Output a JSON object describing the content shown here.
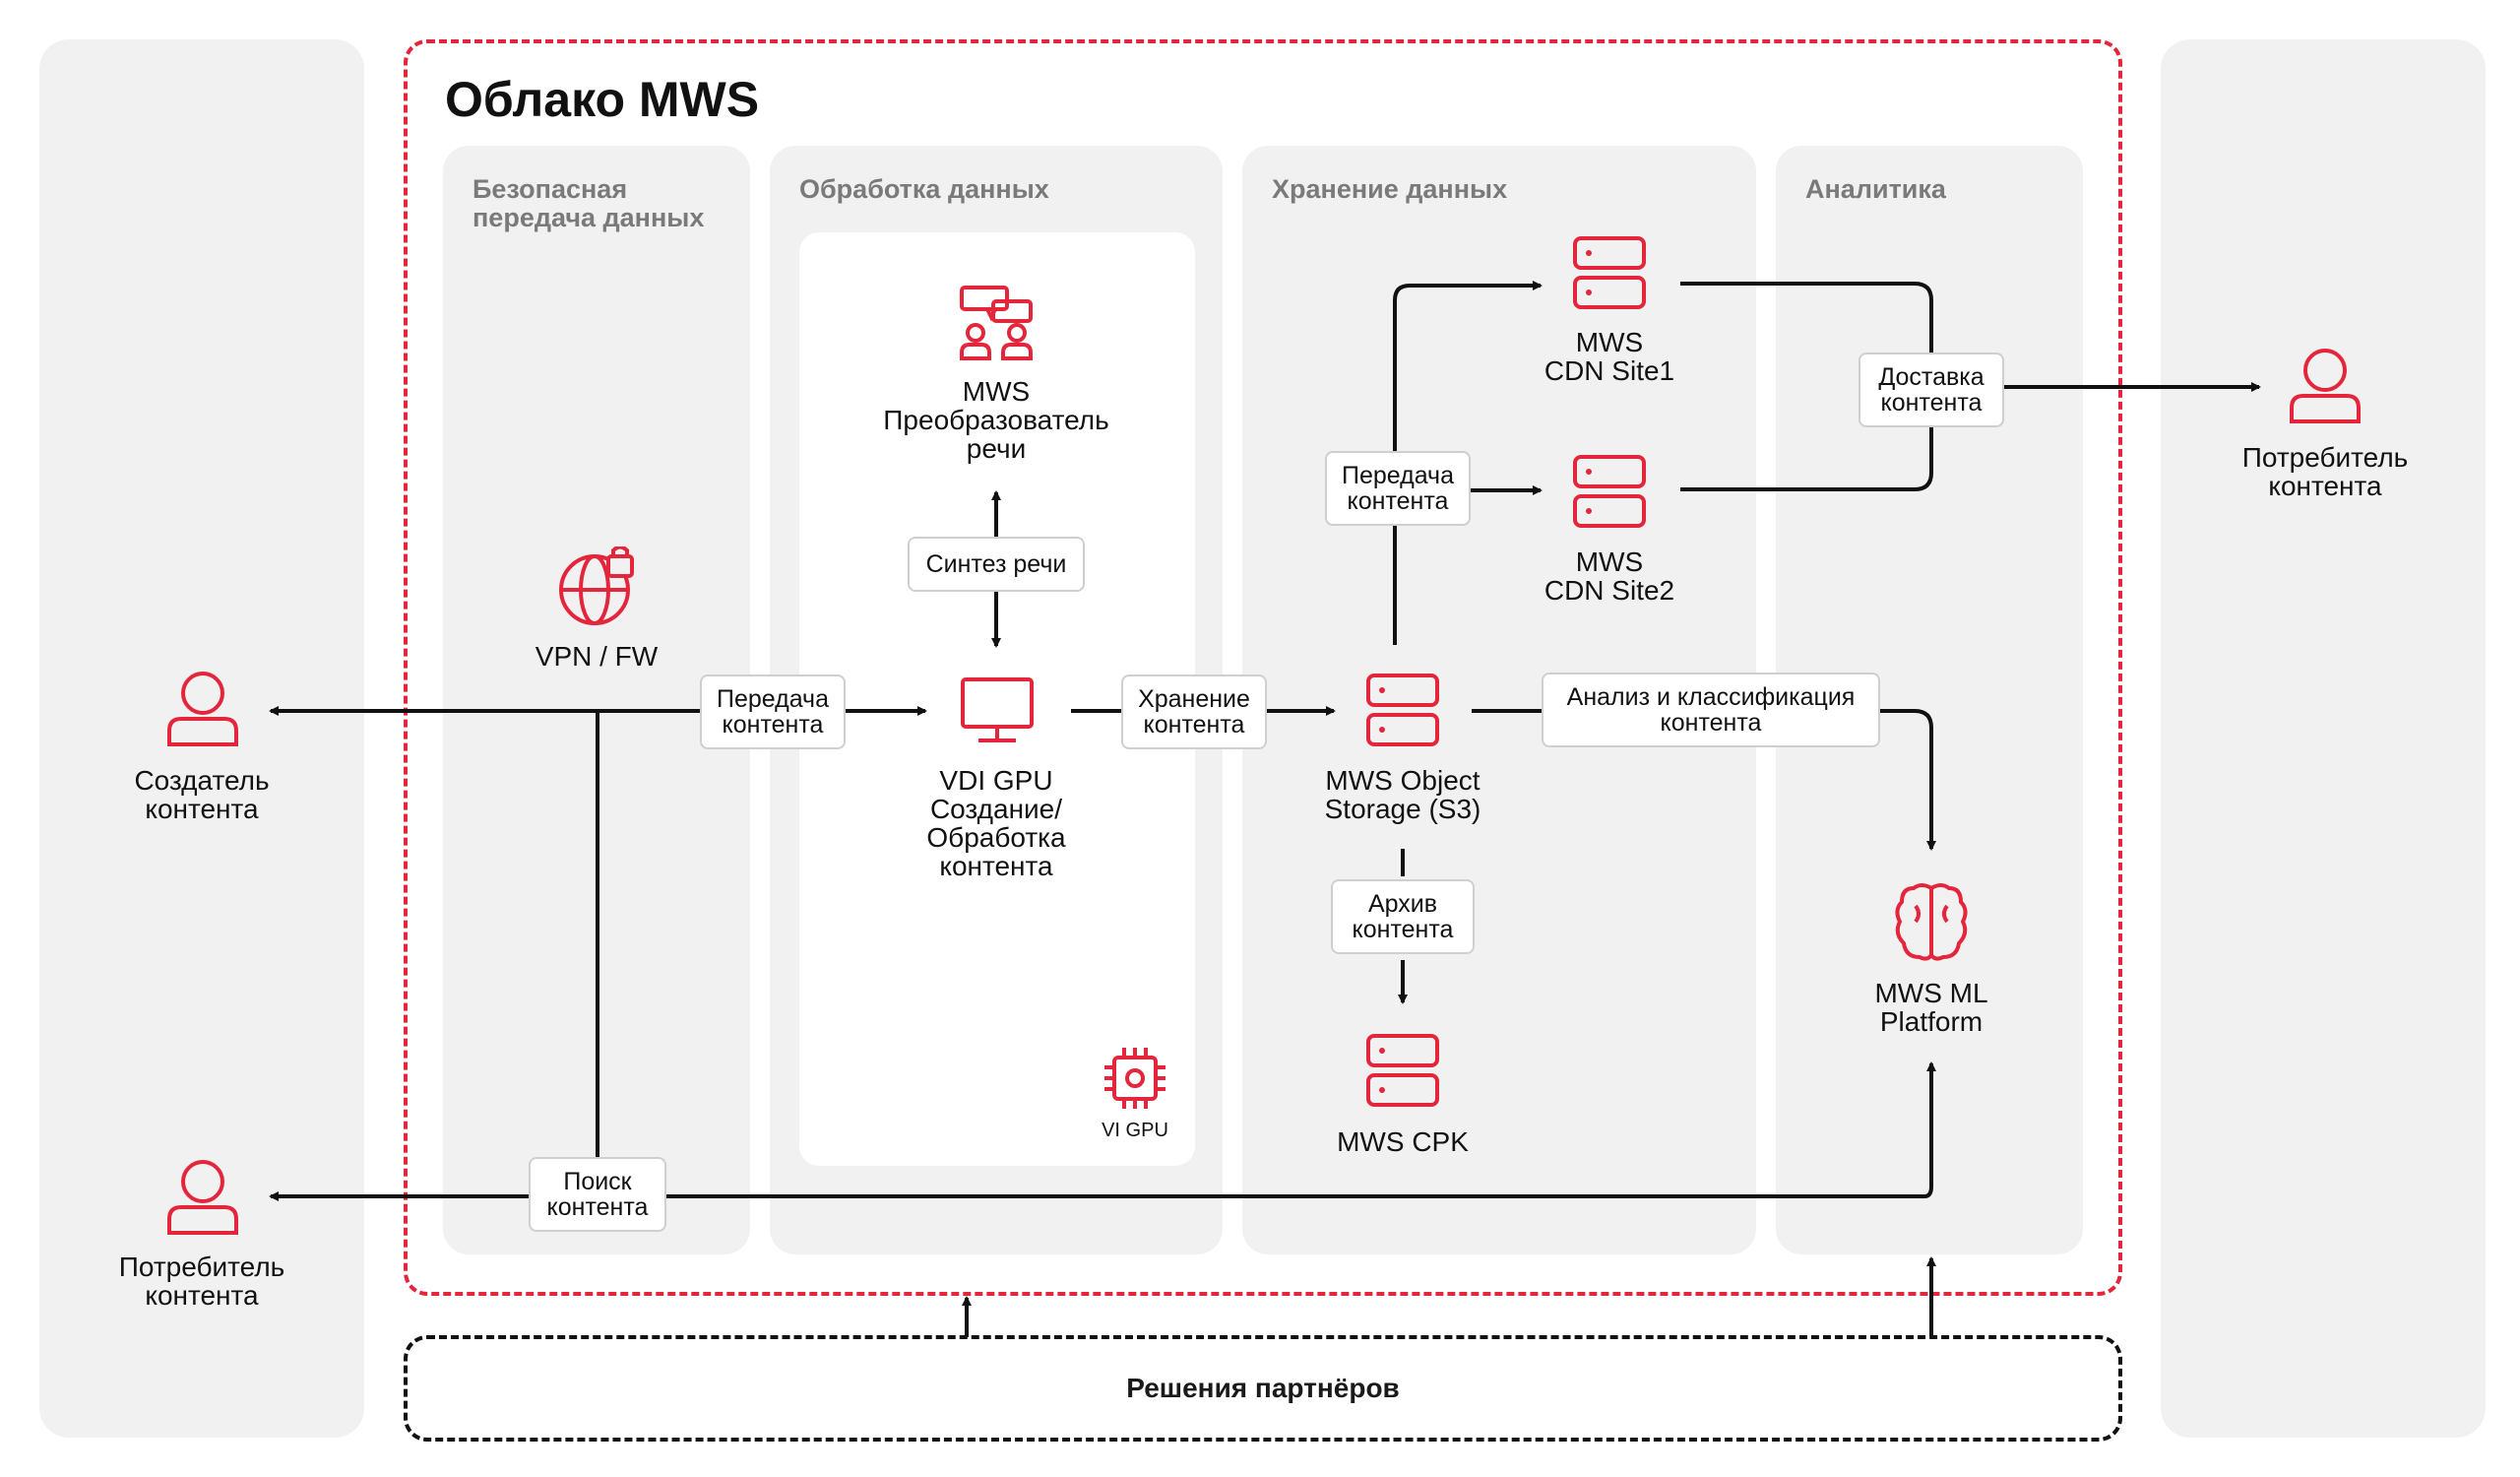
{
  "cloud": {
    "title": "Облако MWS"
  },
  "zones": {
    "secure": "Безопасная\nпередача данных",
    "processing": "Обработка данных",
    "storage": "Хранение данных",
    "analytics": "Аналитика"
  },
  "nodes": {
    "creator": "Создатель\nконтента",
    "consumer_left": "Потребитель\nконтента",
    "consumer_right": "Потребитель\nконтента",
    "vpn": "VPN / FW",
    "speech": "MWS\nПреобразователь\nречи",
    "vdi": "VDI GPU\nСоздание/\nОбработка\nконтента",
    "vi_gpu": "VI GPU",
    "object_storage": "MWS Object\nStorage (S3)",
    "cdn1": "MWS\nCDN Site1",
    "cdn2": "MWS\nCDN Site2",
    "crk": "MWS CPK",
    "ml": "MWS ML\nPlatform"
  },
  "edges": {
    "transfer_vdi": "Передача\nконтента",
    "speech_synth": "Синтез речи",
    "storage_s3": "Хранение\nконтента",
    "transfer_cdn": "Передача\nконтента",
    "delivery": "Доставка\nконтента",
    "analysis": "Анализ и классификация\nконтента",
    "archive": "Архив\nконтента",
    "search": "Поиск\nконтента"
  },
  "partners": {
    "label": "Решения партнёров"
  },
  "colors": {
    "accent": "#e3263b",
    "panel": "#f1f1f1",
    "line": "#111111"
  }
}
